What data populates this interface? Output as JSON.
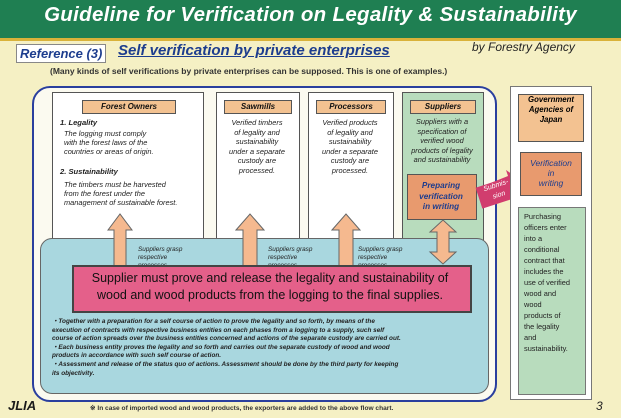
{
  "header": {
    "title": "Guideline for Verification on Legality & Sustainability",
    "reference": "Reference (3)",
    "subtitle": "Self verification by private enterprises",
    "byline": "by Forestry Agency",
    "note": "(Many kinds of self verifications by private enterprises can be supposed. This is one of examples.)"
  },
  "columns": {
    "forest_owners": {
      "label": "Forest Owners",
      "legality_title": "1. Legality",
      "legality_lines": [
        "The logging must comply",
        "with the forest laws of the",
        "countries or areas of origin."
      ],
      "sustainability_title": "2. Sustainability",
      "sustainability_lines": [
        "The timbers must be harvested",
        "from the forest under the",
        "management of sustainable forest."
      ]
    },
    "sawmills": {
      "label": "Sawmills",
      "lines": [
        "Verified timbers",
        "of legality and",
        "sustainability",
        "under a separate",
        "custody are",
        "processed."
      ]
    },
    "processors": {
      "label": "Processors",
      "lines": [
        "Verified products",
        "of legality and",
        "sustainability",
        "under a separate",
        "custody are",
        "processed."
      ]
    },
    "suppliers": {
      "label": "Suppliers",
      "lines": [
        "Suppliers with a",
        "specification of",
        "verified wood",
        "products of legality",
        "and sustainability"
      ],
      "prep_lines": [
        "Preparing",
        "verification",
        "in writing"
      ]
    }
  },
  "grasp": [
    "Suppliers grasp",
    "respective",
    "processes."
  ],
  "submission": [
    "Submis-",
    "sion"
  ],
  "government": {
    "head_lines": [
      "Government",
      "Agencies of",
      "Japan"
    ],
    "verif_lines": [
      "Verification",
      "in",
      "writing"
    ],
    "text_lines": [
      "Purchasing",
      "officers enter",
      "into a",
      "conditional",
      "contract that",
      "includes the",
      "use of verified",
      "wood and",
      "wood",
      "products of",
      "the legality",
      "and",
      "sustainability."
    ]
  },
  "main_statement": {
    "line1": "Supplier must prove and release the legality and sustainability of",
    "line2": "wood and wood products from the logging to the final supplies."
  },
  "bullets": [
    "・Together with a preparation for a self course of action to prove the legality and so forth, by means of the",
    " execution of contracts with respective business entities on each phases from a logging to a supply, such self",
    " course of action spreads over the business entities concerned and actions of the separate custody are carried out.",
    "・Each business entity proves the legality and so forth and carries out the separate custody of wood and wood",
    " products in accordance with such self course of action.",
    "・Assessment and release of the status quo of actions. Assessment should be done by the third party for keeping",
    " its objectivity."
  ],
  "footer": {
    "logo": "JLIA",
    "note": "※ In case of imported wood and wood products, the exporters are added to the above flow chart.",
    "page": "3"
  }
}
